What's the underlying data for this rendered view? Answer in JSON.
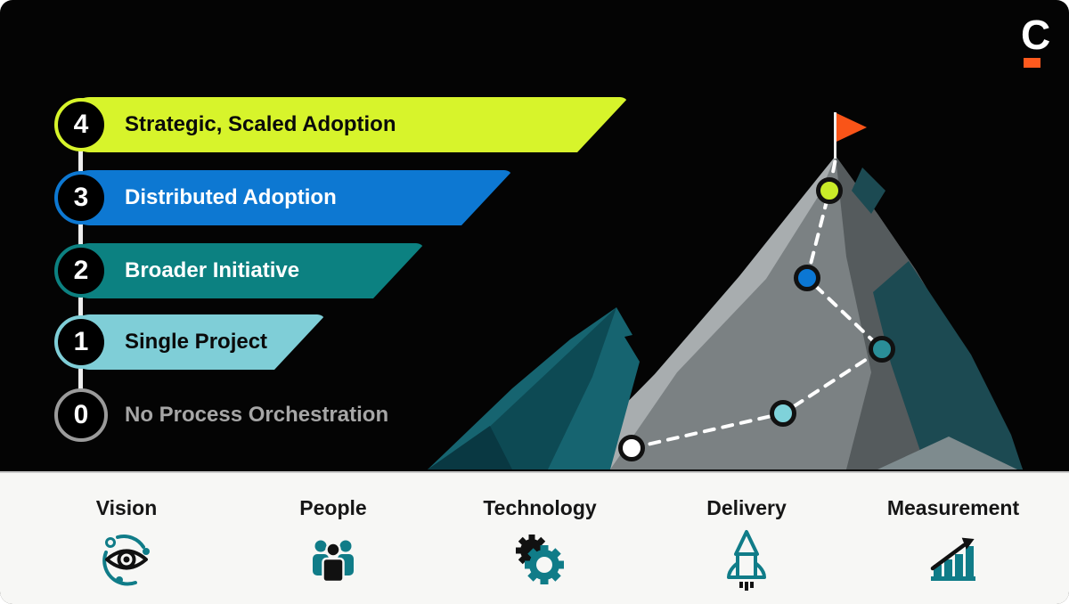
{
  "header": {
    "logo_letter": "C",
    "logo_accent_color": "#ff5a1e"
  },
  "maturity_levels": [
    {
      "number": "4",
      "label": "Strategic, Scaled Adoption",
      "banner_color": "#d7f42b",
      "label_color": "#0a0a0a",
      "dot_color": "#c9ec28"
    },
    {
      "number": "3",
      "label": "Distributed Adoption",
      "banner_color": "#0d78d2",
      "label_color": "#ffffff",
      "dot_color": "#0b77d4"
    },
    {
      "number": "2",
      "label": "Broader Initiative",
      "banner_color": "#0c8181",
      "label_color": "#ffffff",
      "dot_color": "#2a8e98"
    },
    {
      "number": "1",
      "label": "Single Project",
      "banner_color": "#7fced7",
      "label_color": "#0a0a0a",
      "dot_color": "#7fd2da"
    },
    {
      "number": "0",
      "label": "No Process Orchestration",
      "banner_color": null,
      "label_color": "#a6a6a6",
      "ring_color": "#9b9b9b",
      "dot_color": "#ffffff"
    }
  ],
  "pillars": [
    {
      "label": "Vision",
      "icon": "eye-orbit-icon"
    },
    {
      "label": "People",
      "icon": "people-icon"
    },
    {
      "label": "Technology",
      "icon": "gears-icon"
    },
    {
      "label": "Delivery",
      "icon": "rocket-icon"
    },
    {
      "label": "Measurement",
      "icon": "growth-chart-icon"
    }
  ],
  "mountain": {
    "flag_color": "#f95418",
    "path_style": "white-dashed",
    "dot_order_bottom_to_top": [
      "0",
      "1",
      "2",
      "3",
      "4"
    ]
  },
  "colors": {
    "background": "#040404",
    "strip_background": "#f7f7f5",
    "strip_divider": "#c9c9c9",
    "icon_teal": "#107c88",
    "connector_line": "#ededed",
    "mountain_gray_light": "#a8adaf",
    "mountain_gray_mid": "#7b8183",
    "mountain_gray_dark": "#555b5d",
    "mountain_teal": "#166470",
    "mountain_teal_dark": "#0d4a54",
    "mountain_shadow_teal": "#1c4a52"
  }
}
